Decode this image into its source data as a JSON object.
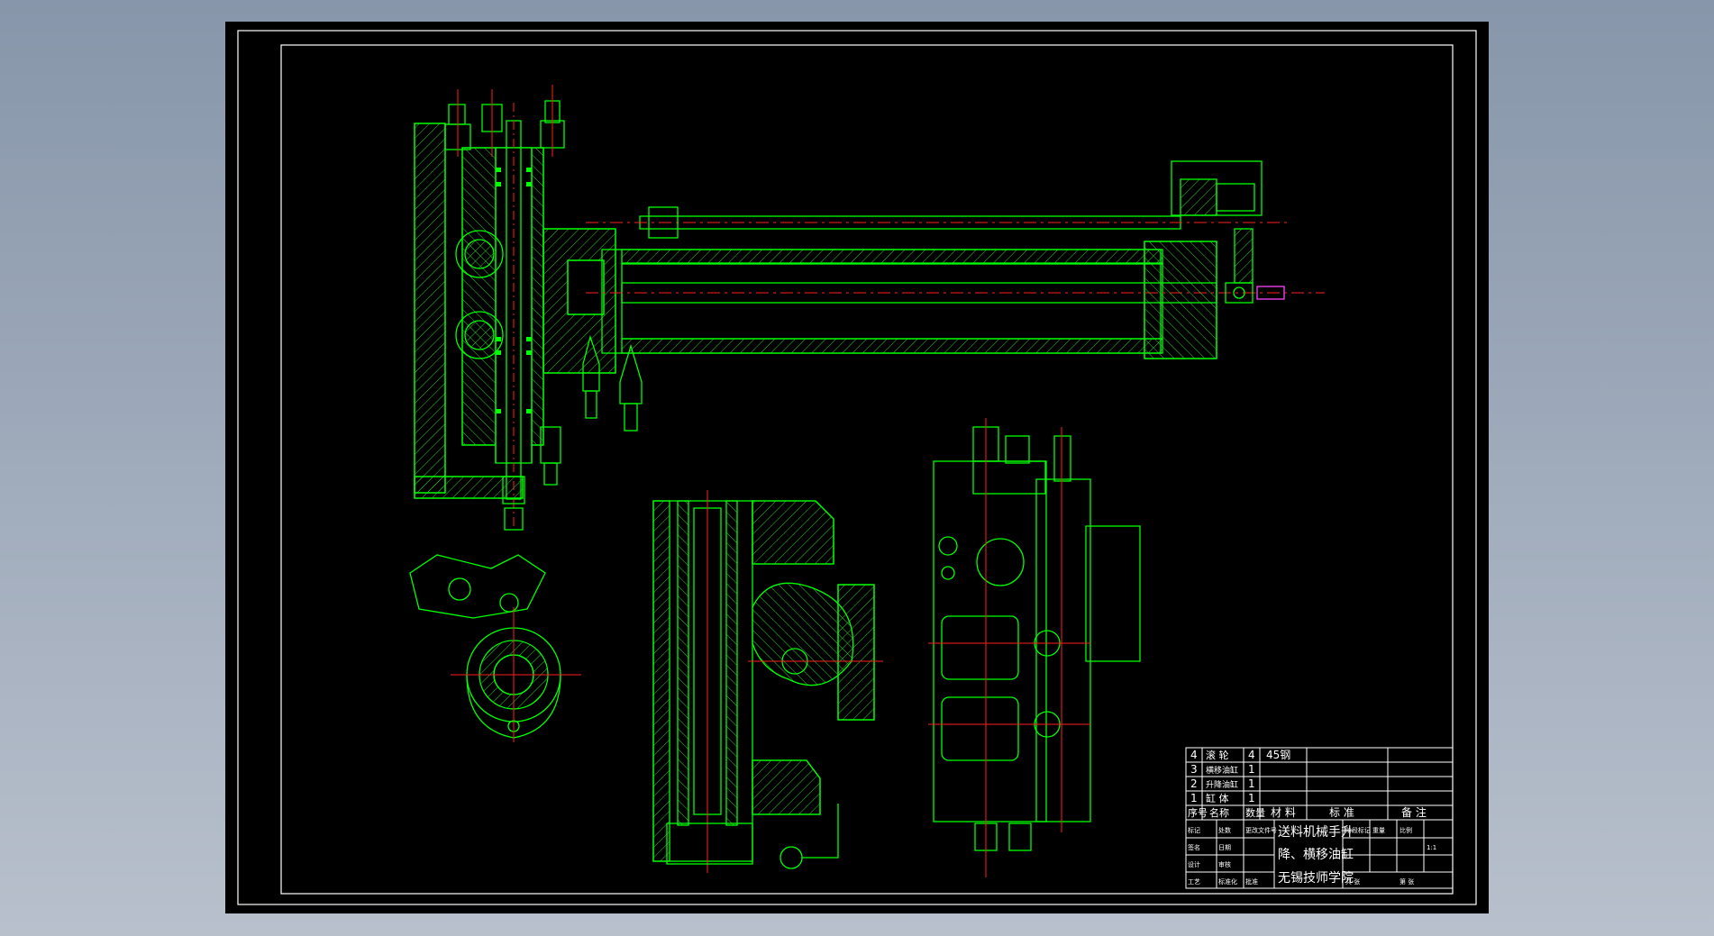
{
  "colors": {
    "background": "#000000",
    "outline": "#00ff00",
    "hatch": "#2ecc2e",
    "frame": "#ffffff",
    "centerline": "#ff2020",
    "accent": "#ff40ff",
    "text": "#ffffff"
  },
  "title_block": {
    "drawing_title_line1": "送料机械手升",
    "drawing_title_line2": "降、横移油缸",
    "school": "无锡技师学院",
    "header": {
      "index": "序号",
      "name": "名称",
      "qty": "数量",
      "material": "材  料",
      "standard": "标  准",
      "remark": "备  注"
    },
    "parts": [
      {
        "index": "4",
        "name": "滚 轮",
        "qty": "4",
        "material": "45钢"
      },
      {
        "index": "3",
        "name": "横移油缸",
        "qty": "1",
        "material": ""
      },
      {
        "index": "2",
        "name": "升降油缸",
        "qty": "1",
        "material": ""
      },
      {
        "index": "1",
        "name": "缸 体",
        "qty": "1",
        "material": ""
      }
    ],
    "sign_cells": [
      "标记",
      "处数",
      "更改文件号",
      "签名",
      "日期",
      "设计",
      "审核",
      "工艺",
      "标准化",
      "批准"
    ],
    "right_cells": [
      "阶段标记",
      "重量",
      "比例",
      "共  张",
      "第  张",
      "1:1"
    ]
  }
}
